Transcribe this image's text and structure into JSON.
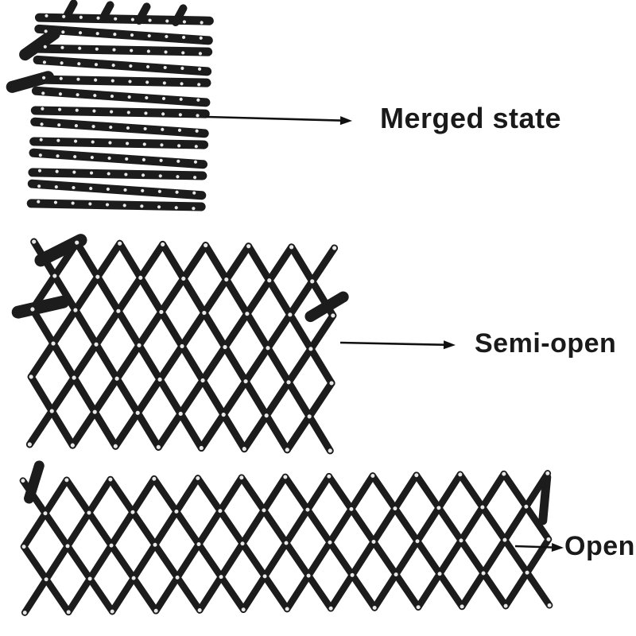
{
  "background_color": "#ffffff",
  "figure": {
    "colors": {
      "slat": "#1c1c1c",
      "rivet": "#e8e8e8",
      "arrow": "#111111",
      "label_text": "#1a1a1a"
    },
    "states": [
      {
        "id": "merged",
        "label": "Merged state"
      },
      {
        "id": "semi-open",
        "label": "Semi-open"
      },
      {
        "id": "open",
        "label": "Open"
      }
    ]
  }
}
